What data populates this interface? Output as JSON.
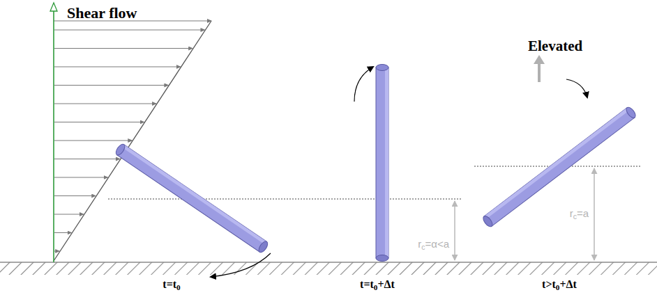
{
  "diagram": {
    "labels": [
      "Shear flow",
      "Elevated",
      "rc=α<a",
      "rc=a",
      "t=t0",
      "t=t0+Δt",
      "t>t0+Δt"
    ]
  }
}
